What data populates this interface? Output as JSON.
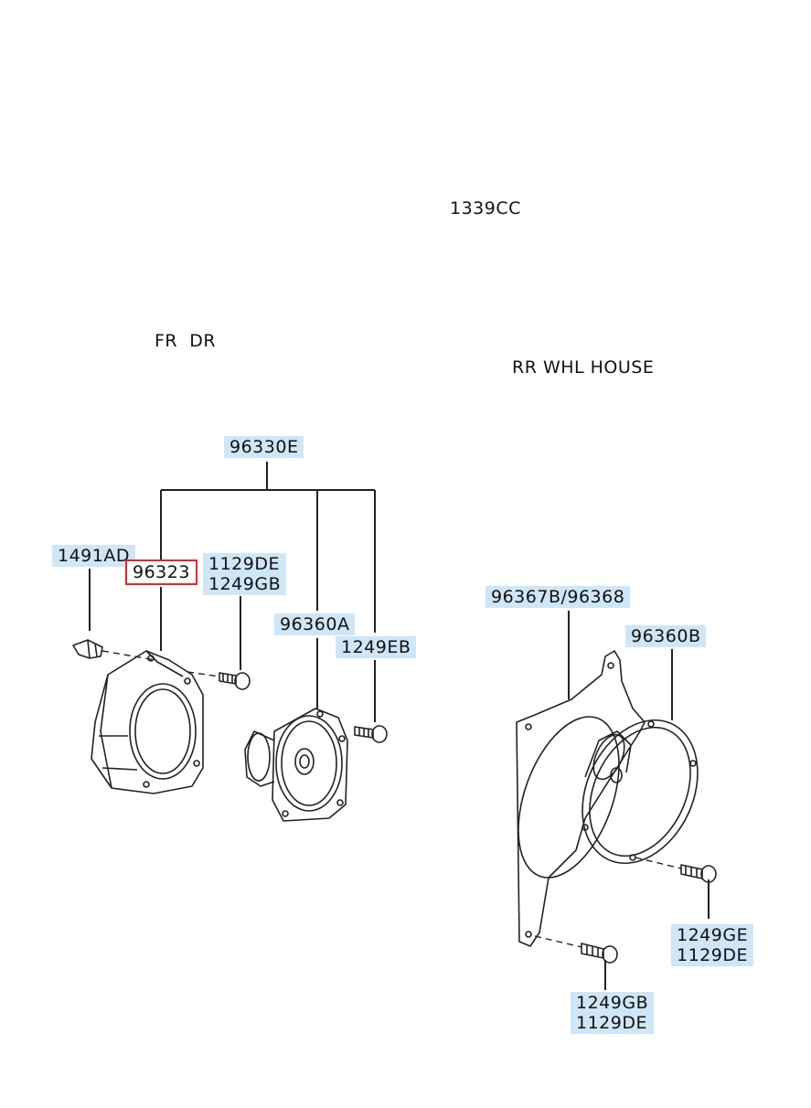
{
  "labels": {
    "code_1339cc": "1339CC",
    "fr_dr": "FR  DR",
    "rr_whl_house": "RR WHL HOUSE"
  },
  "parts": {
    "p96330e": "96330E",
    "p1491ad": "1491AD",
    "p96323": "96323",
    "p1129de_a": "1129DE",
    "p1249gb_a": "1249GB",
    "p96360a": "96360A",
    "p1249eb": "1249EB",
    "p96367b_96368": "96367B/96368",
    "p96360b": "96360B",
    "p1249ge": "1249GE",
    "p1129de_b": "1129DE",
    "p1249gb_b": "1249GB",
    "p1129de_c": "1129DE"
  },
  "colors": {
    "label_highlight": "#cfe6f7",
    "selected_border": "#e3262b"
  }
}
